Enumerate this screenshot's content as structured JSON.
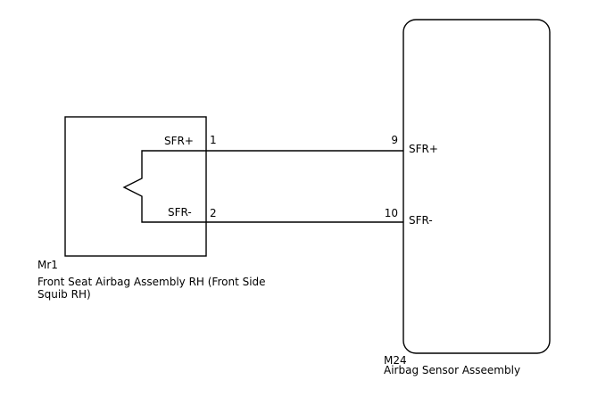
{
  "components": {
    "left": {
      "code": "Mr1",
      "name_line1": "Front Seat Airbag Assembly RH (Front Side",
      "name_line2": "Squib RH)",
      "pins": [
        {
          "number": "1",
          "signal": "SFR+"
        },
        {
          "number": "2",
          "signal": "SFR-"
        }
      ]
    },
    "right": {
      "code": "M24",
      "name": "Airbag Sensor Asseembly",
      "pins": [
        {
          "number": "9",
          "signal": "SFR+"
        },
        {
          "number": "10",
          "signal": "SFR-"
        }
      ]
    }
  },
  "connections": [
    {
      "from": "Mr1-1",
      "to": "M24-9"
    },
    {
      "from": "Mr1-2",
      "to": "M24-10"
    }
  ]
}
